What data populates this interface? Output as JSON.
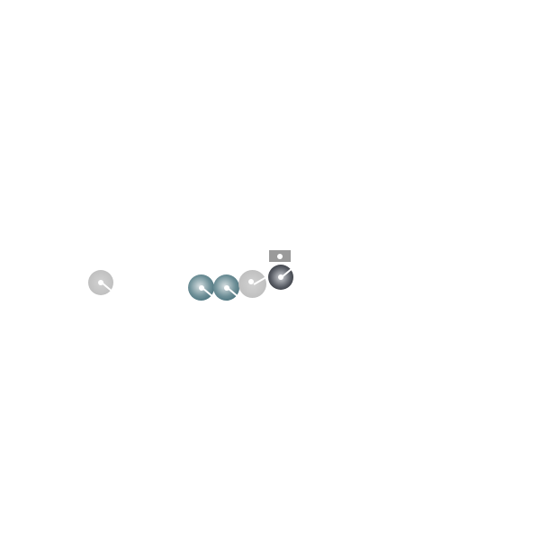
{
  "game": {
    "pieces": [
      {
        "type": "disc",
        "color": "grey"
      },
      {
        "type": "disc",
        "color": "teal"
      },
      {
        "type": "disc",
        "color": "teal"
      },
      {
        "type": "disc",
        "color": "grey"
      },
      {
        "type": "disc",
        "color": "dark"
      },
      {
        "type": "block",
        "color": "grey"
      }
    ],
    "colors": {
      "grey": "#bdbdbd",
      "teal": "#3e6a75",
      "dark": "#1e2228",
      "background": "#ffffff"
    }
  }
}
